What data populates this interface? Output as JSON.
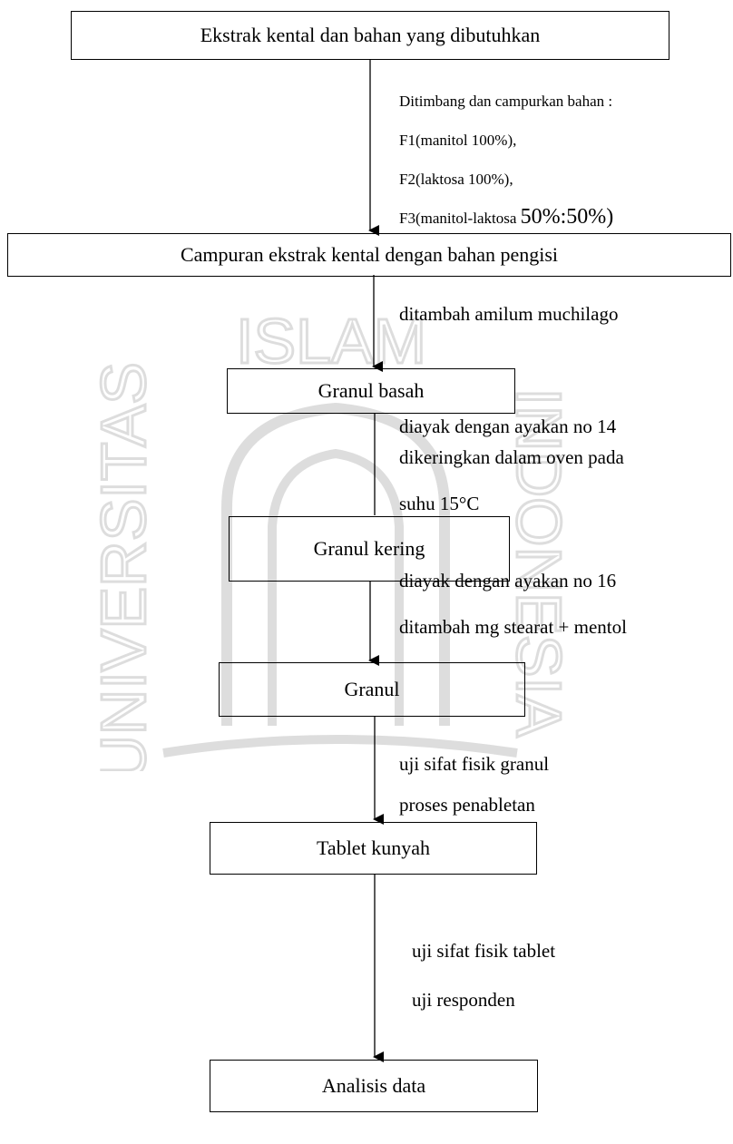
{
  "boxes": {
    "b1": "Ekstrak kental dan bahan yang dibutuhkan",
    "b2": "Campuran ekstrak kental dengan bahan pengisi",
    "b3": "Granul basah",
    "b4": "Granul kering",
    "b5": "Granul",
    "b6": "Tablet kunyah",
    "b7": "Analisis data"
  },
  "labels": {
    "step1_line1": "Ditimbang dan campurkan bahan :",
    "step1_line2": "F1(manitol 100%),",
    "step1_line3": "F2(laktosa 100%),",
    "step1_line4_prefix": "F3(manitol-laktosa ",
    "step1_line4_ratio": "50%:50%)",
    "step2_line1": "ditambah amilum muchilago",
    "step3_line1": "diayak dengan ayakan no 14",
    "step3_line2": "dikeringkan dalam oven pada",
    "step3_line3": "suhu 15°C",
    "step4_line1": "diayak dengan ayakan no 16",
    "step4_line2": "ditambah mg stearat + mentol",
    "step5_line1": "uji sifat fisik granul",
    "step5_line2": "proses penabletan",
    "step6_line1": "uji sifat fisik tablet",
    "step6_line2": "uji responden"
  },
  "watermark": {
    "text_top": "ISLAM",
    "text_left": "UNIVERSITAS",
    "text_right": "INDONESIA",
    "color": "#000000"
  },
  "colors": {
    "line": "#000000",
    "background": "#ffffff"
  }
}
